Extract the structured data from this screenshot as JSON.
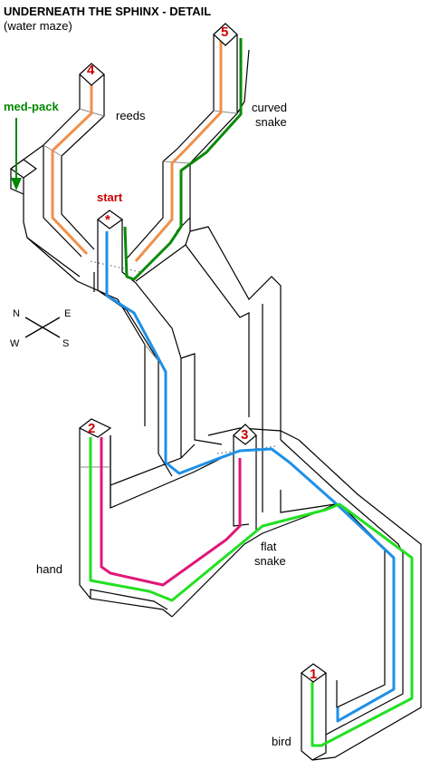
{
  "title": "UNDERNEATH THE SPHINX - DETAIL",
  "subtitle": "(water maze)",
  "labels": {
    "reeds": "reeds",
    "curved": "curved",
    "snake": "snake",
    "start": "start",
    "start_mark": "*",
    "med_pack": "med-pack",
    "hand": "hand",
    "flat": "flat",
    "flat_snake": "snake",
    "bird": "bird"
  },
  "markers": [
    "1",
    "2",
    "3",
    "4",
    "5"
  ],
  "compass": {
    "n": "N",
    "e": "E",
    "w": "W",
    "s": "S"
  },
  "colors": {
    "blue": "#1e90e6",
    "green": "#0a8a0a",
    "lime": "#22e022",
    "orange": "#f0904a",
    "magenta": "#e0167a",
    "red": "#cc0000"
  }
}
